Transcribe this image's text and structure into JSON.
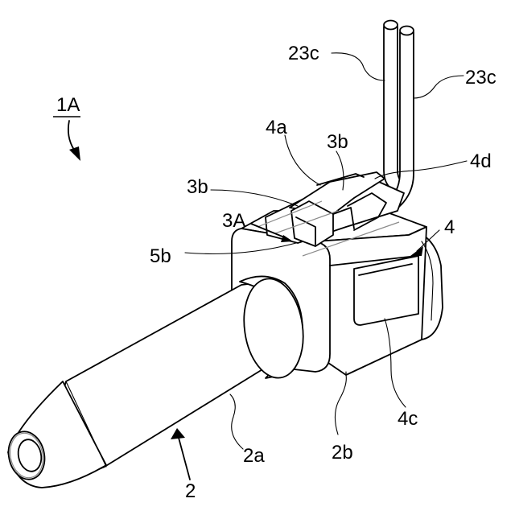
{
  "figure": {
    "labels": {
      "assembly": "1A",
      "tube_left": "23c",
      "tube_right": "23c",
      "part_4a": "4a",
      "part_3b_top": "3b",
      "part_4d": "4d",
      "part_3b_left": "3b",
      "part_3A": "3A",
      "part_4": "4",
      "part_5b": "5b",
      "part_4c": "4c",
      "part_2a": "2a",
      "part_2b": "2b",
      "part_2": "2"
    }
  }
}
